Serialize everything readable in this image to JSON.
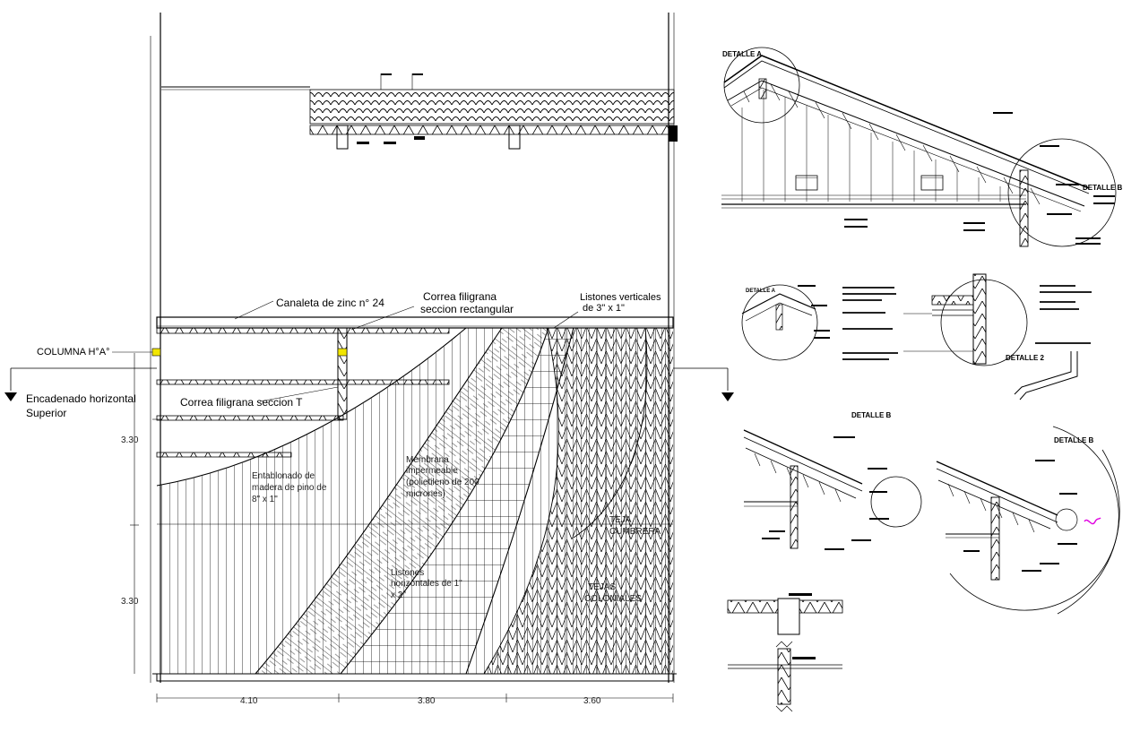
{
  "labels": {
    "canaleta": "Canaleta de zinc n° 24",
    "correa_rect_1": "Correa filigrana",
    "correa_rect_2": "seccion rectangular",
    "listones_vert_1": "Listones verticales",
    "listones_vert_2": "de 3\" x 1\"",
    "columna": "COLUMNA H°A°",
    "encadenado_1": "Encadenado horizontal",
    "encadenado_2": "Superior",
    "correa_t": "Correa filigrana seccion T",
    "entablonado_1": "Entablonado de",
    "entablonado_2": "madera de pino de",
    "entablonado_3": "8\" x 1\"",
    "membrana_1": "Membrana",
    "membrana_2": "impermeable",
    "membrana_3": "(polietileno de 200",
    "membrana_4": "micrones)",
    "teja_1": "TEJA",
    "teja_2": "CUMBRERA",
    "listones_hor_1": "Listones",
    "listones_hor_2": "horizontales de 1\"",
    "listones_hor_3": "x 2\"",
    "tejas_col_1": "TEJAS",
    "tejas_col_2": "COLONIALES"
  },
  "dimensions": {
    "h1": "3.30",
    "h2": "3.30",
    "w1": "4.10",
    "w2": "3.80",
    "w3": "3.60"
  },
  "details": {
    "a_top": "DETALLE A",
    "b_top": "DETALLE B",
    "a_small": "DETALLE A",
    "d2": "DETALLE 2",
    "b_mid": "DETALLE B",
    "b_right": "DETALLE B"
  },
  "colors": {
    "line": "#000000",
    "column_marker": "#f2e600",
    "accent": "#e000e0"
  }
}
